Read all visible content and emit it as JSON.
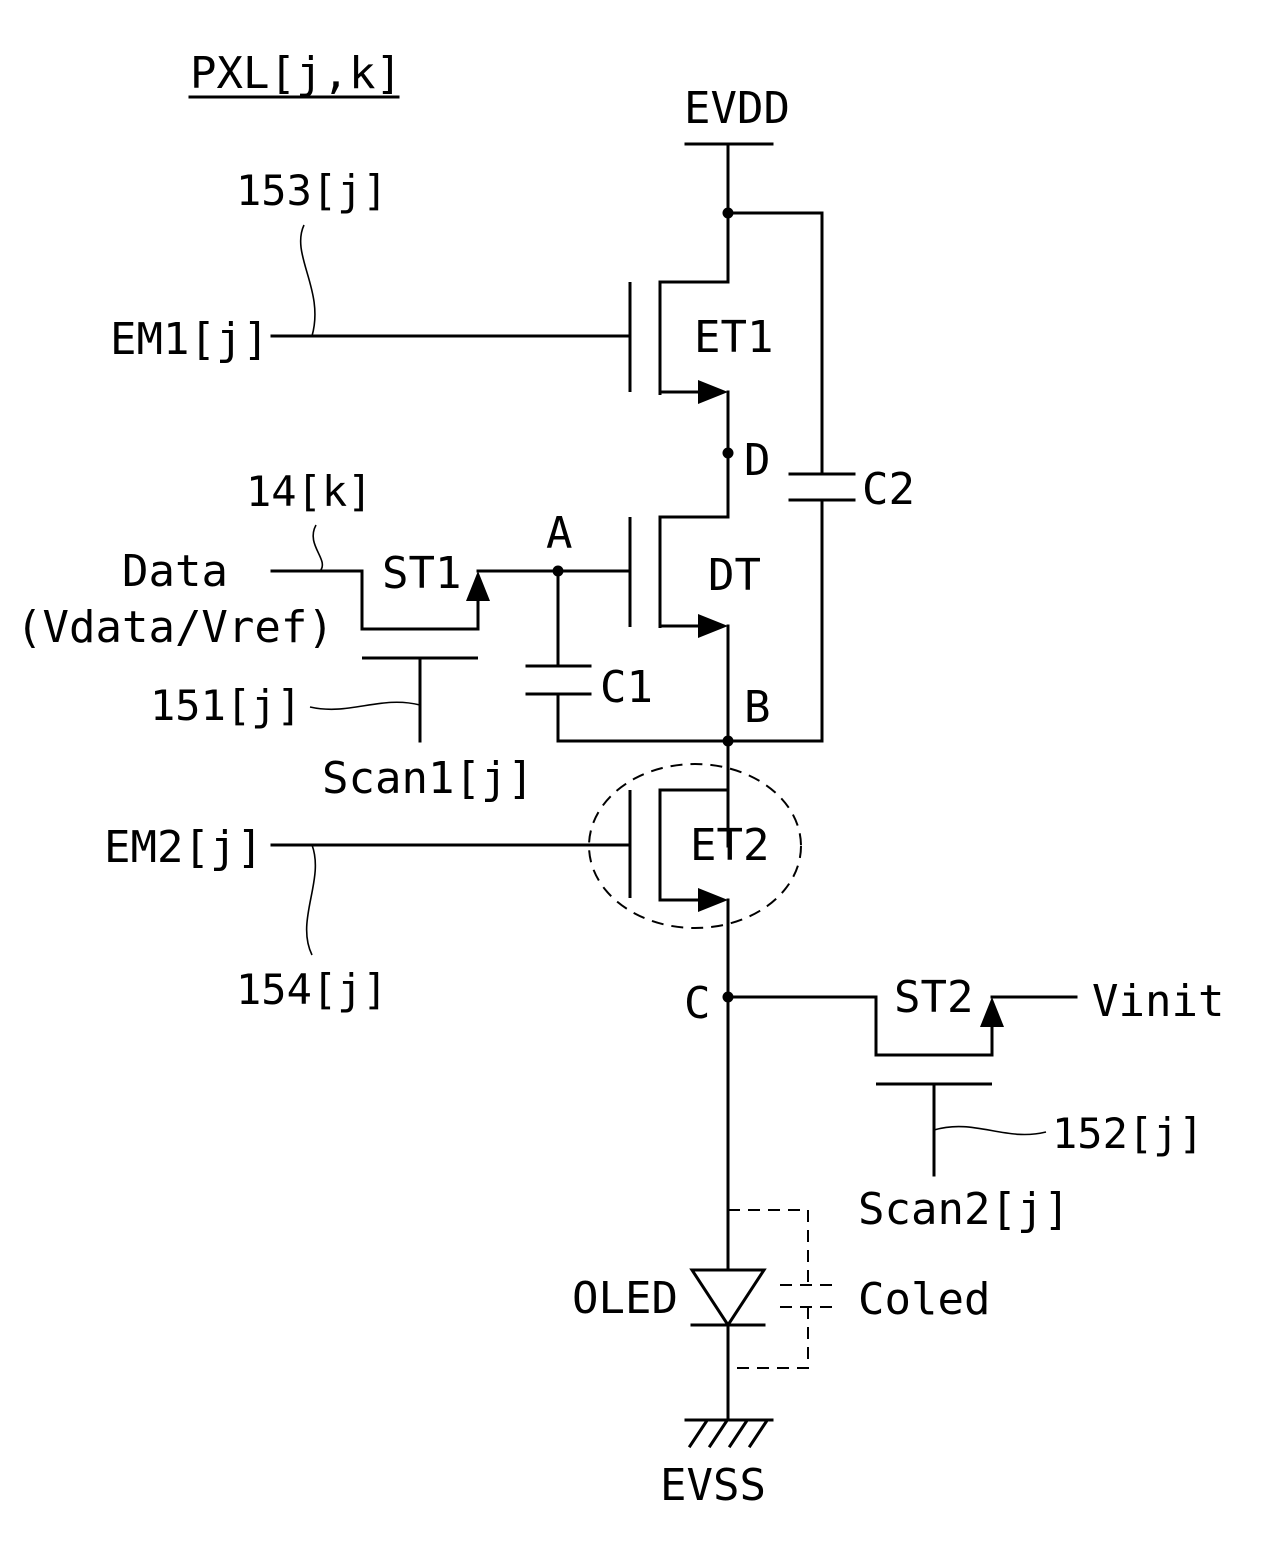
{
  "figure": {
    "title": "PXL[j,k]"
  },
  "rails": {
    "supply": "EVDD",
    "ground": "EVSS",
    "init": "Vinit"
  },
  "transistors": {
    "et1": "ET1",
    "dt": "DT",
    "et2": "ET2",
    "st1": "ST1",
    "st2": "ST2"
  },
  "capacitors": {
    "c1": "C1",
    "c2": "C2",
    "coled": "Coled"
  },
  "diode": {
    "oled": "OLED"
  },
  "nodes": {
    "a": "A",
    "b": "B",
    "c": "C",
    "d": "D"
  },
  "signals": {
    "em1": "EM1[j]",
    "em2": "EM2[j]",
    "scan1": "Scan1[j]",
    "scan2": "Scan2[j]",
    "data_line1": "Data",
    "data_line2": "(Vdata/Vref)"
  },
  "references": {
    "r153": "153[j]",
    "r154": "154[j]",
    "r151": "151[j]",
    "r152": "152[j]",
    "r14": "14[k]"
  }
}
